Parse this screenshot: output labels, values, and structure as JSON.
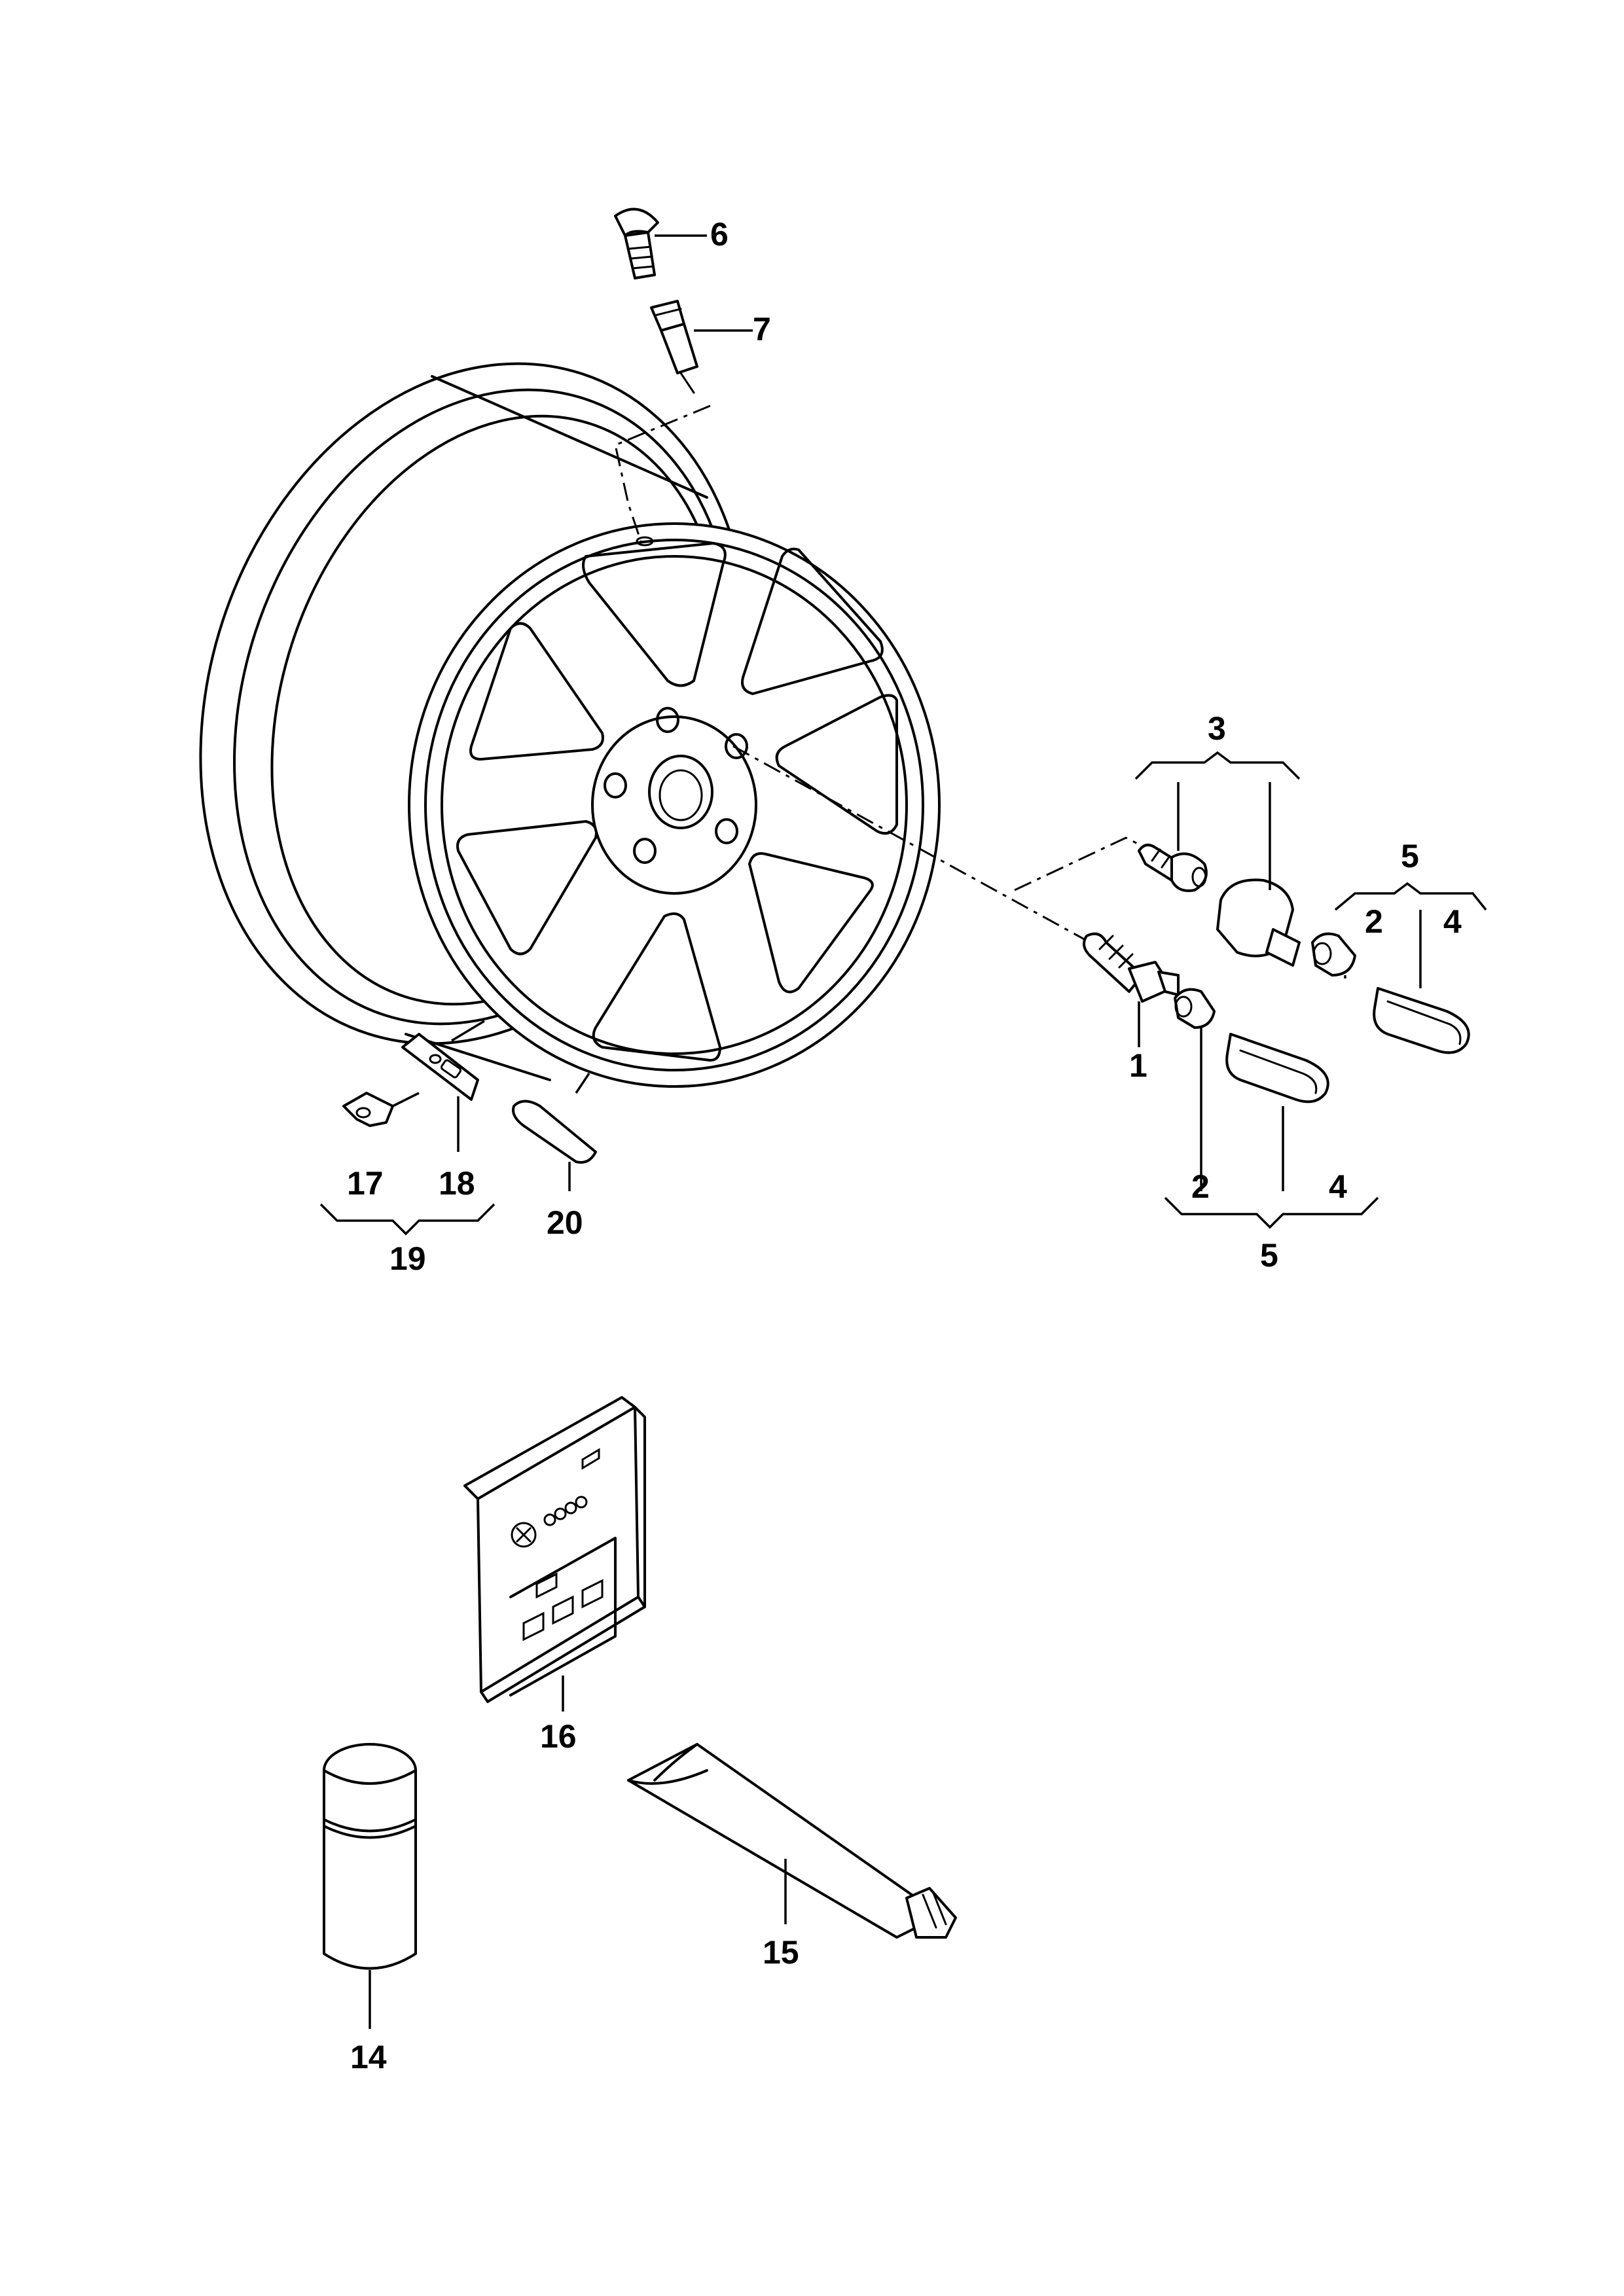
{
  "callouts": {
    "c1": "1",
    "c2a": "2",
    "c2b": "2",
    "c3": "3",
    "c4a": "4",
    "c4b": "4",
    "c5a": "5",
    "c5b": "5",
    "c6": "6",
    "c7": "7",
    "c14": "14",
    "c15": "15",
    "c16": "16",
    "c17": "17",
    "c18": "18",
    "c19": "19",
    "c20": "20"
  },
  "brand": {
    "logo_rings": 4
  }
}
